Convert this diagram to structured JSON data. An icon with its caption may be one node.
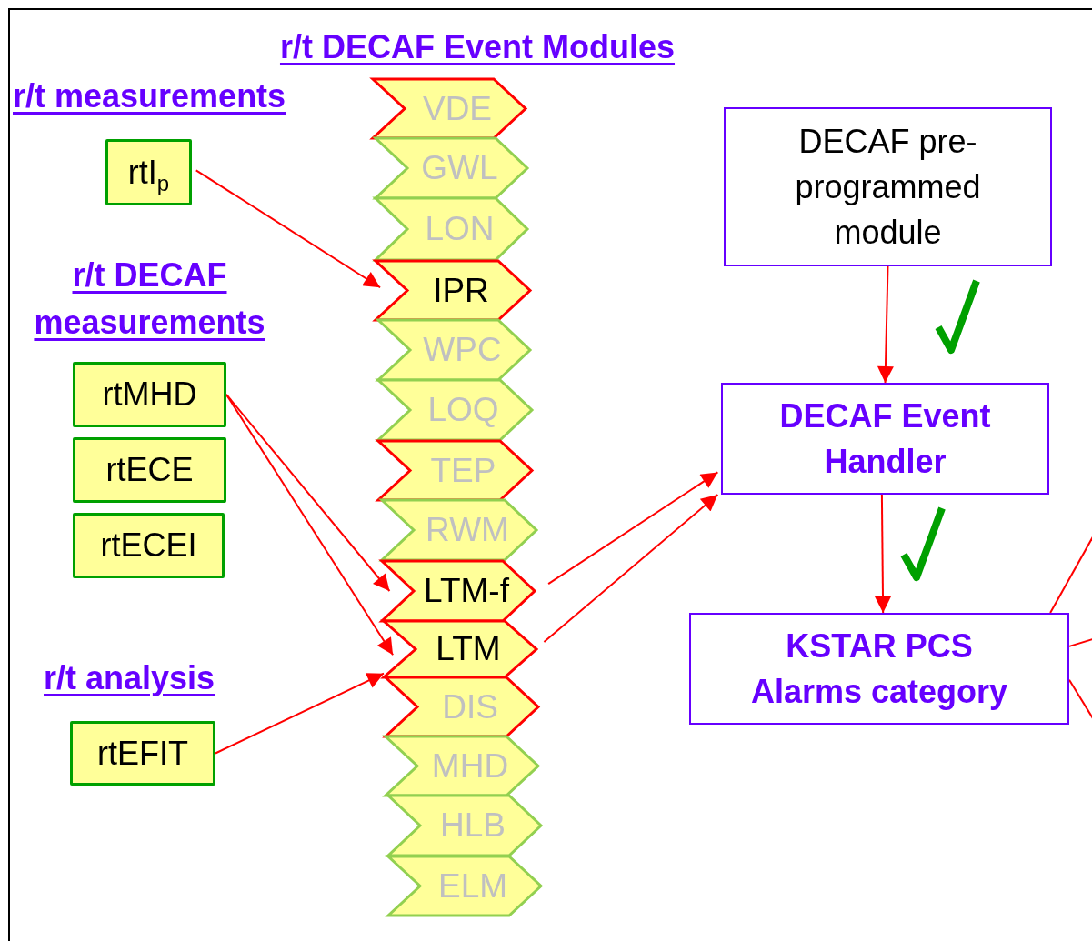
{
  "diagram": {
    "title": "r/t DECAF Event Modules",
    "nodes": [
      {
        "text": [
          "rtI$_{p}$"
        ]
      },
      {
        "text": [
          "rtMHD"
        ]
      },
      {
        "text": [
          "rtECE"
        ]
      },
      {
        "text": [
          "rtECEI"
        ]
      },
      {
        "text": [
          "rtEFIT"
        ]
      },
      {
        "text": [
          "VDE"
        ]
      },
      {
        "text": [
          "GWL"
        ]
      },
      {
        "text": [
          "LON"
        ]
      },
      {
        "text": [
          "IPR"
        ]
      },
      {
        "text": [
          "WPC"
        ]
      },
      {
        "text": [
          "LOQ"
        ]
      },
      {
        "text": [
          "TEP"
        ]
      },
      {
        "text": [
          "RWM"
        ]
      },
      {
        "text": [
          "LTM-f"
        ]
      },
      {
        "text": [
          "LTM"
        ]
      },
      {
        "text": [
          "DIS"
        ]
      },
      {
        "text": [
          "MHD"
        ]
      },
      {
        "text": [
          "HLB"
        ]
      },
      {
        "text": [
          "ELM"
        ]
      },
      {
        "text": [
          "DECAF pre-programmed module"
        ]
      },
      {
        "text": [
          "DECAF Event Handler"
        ]
      },
      {
        "text": [
          "KSTAR PCS Alarms category"
        ]
      }
    ],
    "edges": [
      {
        "from": 0,
        "to": 8,
        "arrow": "to"
      },
      {
        "from": 1,
        "to": 13,
        "arrow": "to"
      },
      {
        "from": 1,
        "to": 14,
        "arrow": "to"
      },
      {
        "from": 4,
        "to": 14,
        "arrow": "to"
      },
      {
        "from": 13,
        "to": 20,
        "arrow": "to"
      },
      {
        "from": 14,
        "to": 20,
        "arrow": "to"
      },
      {
        "from": 19,
        "to": 20,
        "arrow": "to"
      },
      {
        "from": 20,
        "to": 21,
        "arrow": "to"
      },
      {
        "from": 21,
        "to": null,
        "arrow": "none"
      },
      {
        "from": 21,
        "to": null,
        "arrow": "none"
      },
      {
        "from": 21,
        "to": null,
        "arrow": "none"
      }
    ],
    "labels": [
      "r/t measurements",
      "r/t DECAF measurements",
      "r/t analysis"
    ]
  }
}
